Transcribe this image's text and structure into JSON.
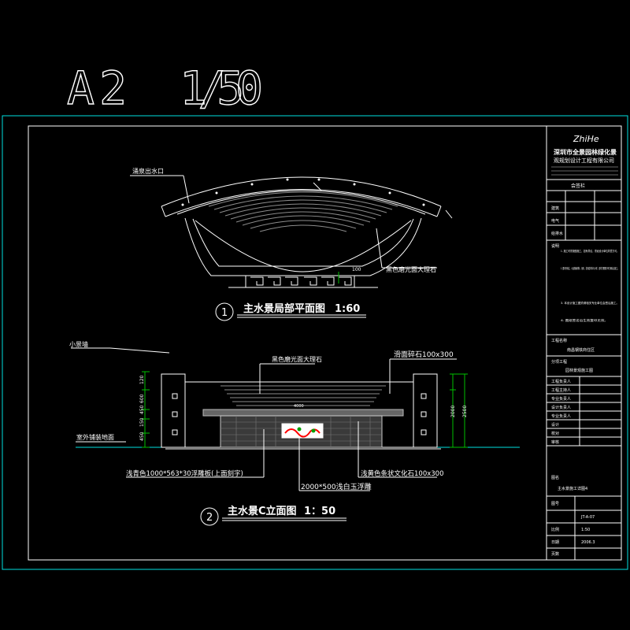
{
  "sheet": {
    "size_label": "A2",
    "scale_label": "1/50"
  },
  "plan": {
    "number": "1",
    "title": "主水景局部平面图",
    "scale": "1:60",
    "label_lamp": "涌泉出水口",
    "label_stone": "黑色磨光面大理石",
    "dim_100": "100"
  },
  "elevation": {
    "number": "2",
    "title": "主水景C立面图",
    "scale": "1：50",
    "label_small_wall": "小景墙",
    "label_outdoor": "室外铺装地面",
    "label_marble": "黑色磨光面大理石",
    "label_coping": "滑面碎石100x300",
    "label_grass": "浅青色1000*563*30浮雕板(上面刻字)",
    "label_granite": "2000*500浅白玉浮雕",
    "label_culture": "浅黄色条状文化石100x300",
    "dims_left": [
      "120",
      "600",
      "450",
      "150",
      "450"
    ],
    "dims_right": [
      "2000",
      "2500"
    ],
    "dim_mid": "4000"
  },
  "title_block": {
    "logo": "ZhiHe",
    "company_name": "深圳市全景园林绿化景",
    "company_sub": "观规划设计工程有限公司",
    "section_sign": "会签栏",
    "rows_sign": [
      "建筑",
      "电气",
      "给排水"
    ],
    "notes_heading": "说明",
    "notes": [
      "1. 施工时须按图施工，如有异议，须经设计单位同意方可。",
      "2. 图中所标注，小品规格材料，色彩、花岗岩材料与小样，选材方需要与甲方确认后施工。",
      "3. 本设计施工图须请相关专业单位会签后施工。",
      "4. 图纸签名后生效复印无效。"
    ],
    "project_label": "工程名称",
    "project_name": "南昌钢铁商住区",
    "item_label": "分项工程",
    "item_name": "园林景观施工图",
    "staff_rows": [
      "工程负责人",
      "工程主持人",
      "专业负责人",
      "设计负责人",
      "专业负责人"
    ],
    "rev_rows": [
      "设计",
      "校对",
      "审核"
    ],
    "drawing_title_label": "图名",
    "drawing_title": "主水景施工详图4",
    "drawing_no_label": "图号",
    "drawing_no": "JT-A-07",
    "scale_label": "比例",
    "scale_value": "1:50",
    "date_label": "日期",
    "date_value": "2006.3",
    "pages_label": "页数"
  },
  "colors": {
    "background": "#000000",
    "border": "#00e0e0",
    "text": "#ffffff",
    "dim_line": "#00c000",
    "accent": "#ff0000"
  }
}
